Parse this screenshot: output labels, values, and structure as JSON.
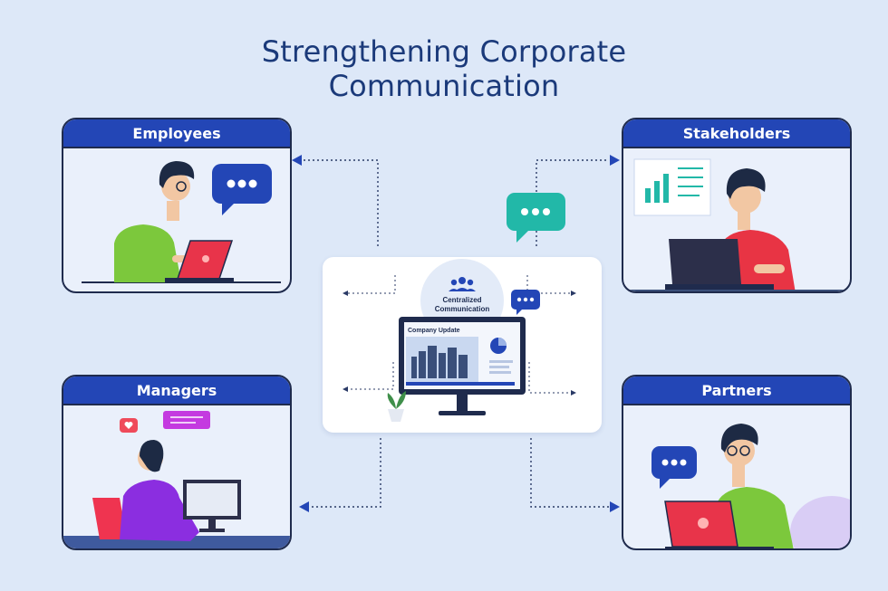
{
  "title": {
    "line1": "Strengthening Corporate",
    "line2": "Communication"
  },
  "cards": {
    "employees": {
      "label": "Employees"
    },
    "stakeholders": {
      "label": "Stakeholders"
    },
    "managers": {
      "label": "Managers"
    },
    "partners": {
      "label": "Partners"
    }
  },
  "center": {
    "badge_line1": "Centralized",
    "badge_line2": "Communication",
    "screen_title": "Company Update"
  },
  "colors": {
    "background": "#dde8f8",
    "header_blue": "#2346b6",
    "title_navy": "#1b3a7a",
    "teal_bubble": "#22b8a8"
  }
}
